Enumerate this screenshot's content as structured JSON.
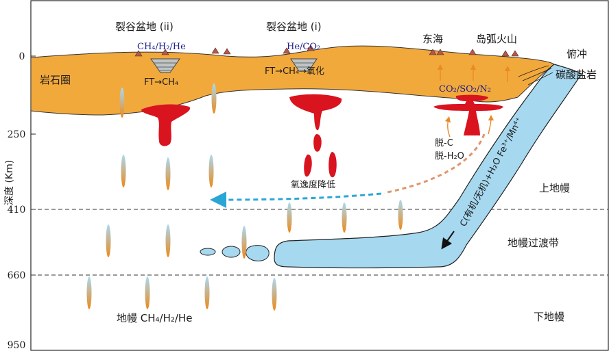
{
  "labels": {
    "basin_ii": "裂谷盆地 (ii)",
    "basin_i": "裂谷盆地 (i)",
    "east_sea": "东海",
    "island_arc": "岛弧火山",
    "subduction": "俯冲",
    "carbonate": "碳酸盐岩",
    "lithosphere": "岩石圈",
    "upper_mantle": "上地幔",
    "transition_zone": "地幔过渡带",
    "lower_mantle": "下地幔",
    "oxygen_fugacity": "氧逸度降低",
    "decarb": "脱-C",
    "dehydr": "脱-H₂O",
    "slab_text": "C(有机/无机)+H₂O Fe³⁺/Mn⁴⁺",
    "ft_ch4": "FT→CH₄",
    "ft_ox": "FT→CH₄→氧化",
    "gas_basin_ii": "CH₄/H₂/He",
    "gas_basin_i": "He/CO₂",
    "gas_arc": "CO₂/SO₂/N₂",
    "mantle_gas": "地幔 CH₄/H₂/He"
  },
  "axis": {
    "title": "深度 (Km)",
    "ticks": [
      "0",
      "250",
      "410",
      "660",
      "950"
    ]
  },
  "colors": {
    "lithosphere": "#f2a93b",
    "slab": "#a6d8f0",
    "plume": "#d9141f",
    "oxygen_arrow": "#2aa6d6",
    "dehydration_arrow": "#e0956a"
  }
}
